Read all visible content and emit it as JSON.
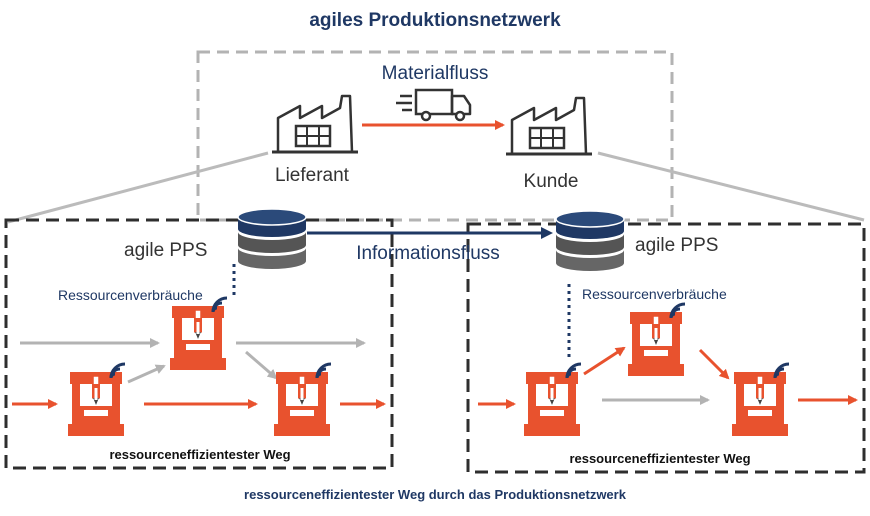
{
  "title": "agiles Produktionsnetzwerk",
  "material_flow_label": "Materialfluss",
  "info_flow_label": "Informationsfluss",
  "supplier_label": "Lieferant",
  "customer_label": "Kunde",
  "left_plant": {
    "pps_label": "agile PPS",
    "resource_label": "Ressourcenverbräuche",
    "path_label": "ressourceneffizientester Weg"
  },
  "right_plant": {
    "pps_label": "agile PPS",
    "resource_label": "Ressourcenverbräuche",
    "path_label": "ressourceneffizientester Weg"
  },
  "footer": "ressourceneffizientester Weg durch das Produktionsnetzwerk",
  "colors": {
    "navy": "#1f3864",
    "orange": "#e8522e",
    "gray": "#b3b3b3",
    "dark": "#333333"
  },
  "icons": [
    "factory-icon",
    "truck-icon",
    "database-icon",
    "machine-icon",
    "wireless-signal-icon"
  ]
}
